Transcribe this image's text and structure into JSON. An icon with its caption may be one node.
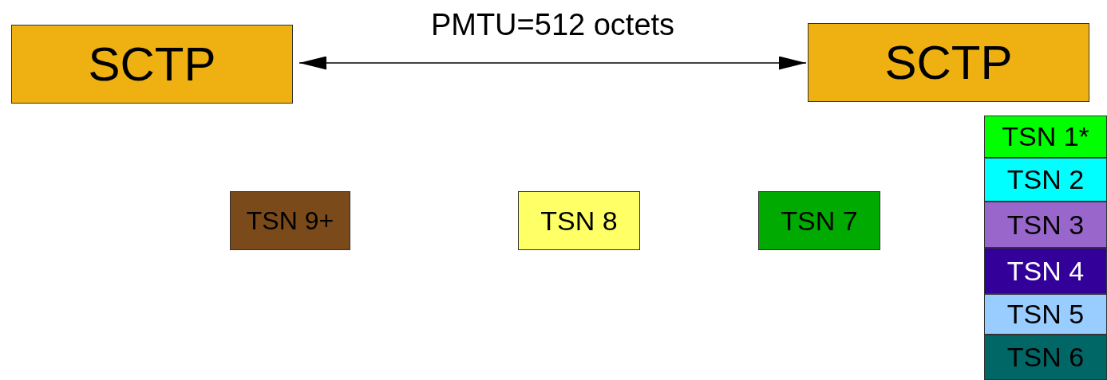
{
  "diagram": {
    "nodes": [
      {
        "text": [
          "SCTP"
        ]
      },
      {
        "text": [
          "SCTP"
        ]
      },
      {
        "text": [
          "TSN 9+"
        ]
      },
      {
        "text": [
          "TSN 8"
        ]
      },
      {
        "text": [
          "TSN 7"
        ]
      },
      {
        "text": [
          "TSN 1*"
        ]
      },
      {
        "text": [
          "TSN 2"
        ]
      },
      {
        "text": [
          "TSN 3"
        ]
      },
      {
        "text": [
          "TSN 4"
        ]
      },
      {
        "text": [
          "TSN 5"
        ]
      },
      {
        "text": [
          "TSN 6"
        ]
      }
    ],
    "edges": [
      {
        "from": 0,
        "to": 1,
        "arrow": "both",
        "label": "PMTU=512 octets"
      }
    ]
  }
}
